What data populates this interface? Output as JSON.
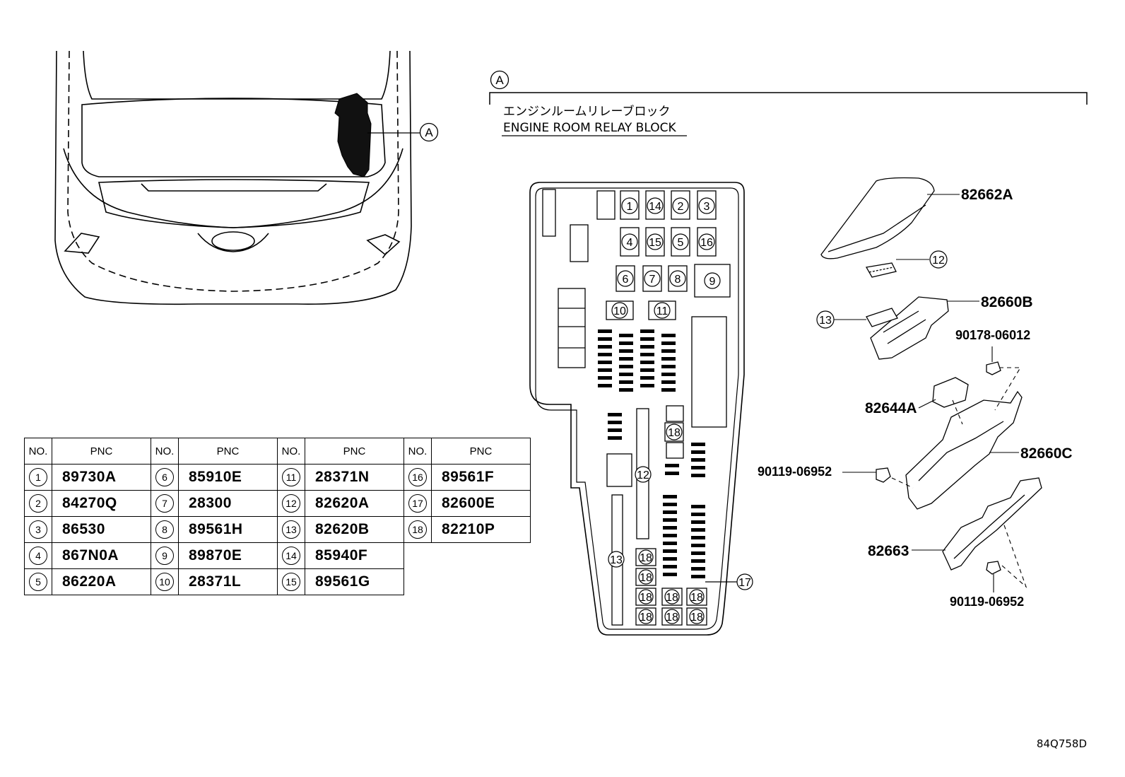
{
  "view_marker": "A",
  "section_title_jp": "エンジンルームリレーブロック",
  "section_title_en": "ENGINE ROOM RELAY BLOCK",
  "figure_id": "84Q758D",
  "table": {
    "header_no": "NO.",
    "header_pnc": "PNC",
    "rows": [
      {
        "no": "1",
        "pnc": "89730A"
      },
      {
        "no": "2",
        "pnc": "84270Q"
      },
      {
        "no": "3",
        "pnc": "86530"
      },
      {
        "no": "4",
        "pnc": "867N0A"
      },
      {
        "no": "5",
        "pnc": "86220A"
      },
      {
        "no": "6",
        "pnc": "85910E"
      },
      {
        "no": "7",
        "pnc": "28300"
      },
      {
        "no": "8",
        "pnc": "89561H"
      },
      {
        "no": "9",
        "pnc": "89870E"
      },
      {
        "no": "10",
        "pnc": "28371L"
      },
      {
        "no": "11",
        "pnc": "28371N"
      },
      {
        "no": "12",
        "pnc": "82620A"
      },
      {
        "no": "13",
        "pnc": "82620B"
      },
      {
        "no": "14",
        "pnc": "85940F"
      },
      {
        "no": "15",
        "pnc": "89561G"
      },
      {
        "no": "16",
        "pnc": "89561F"
      },
      {
        "no": "17",
        "pnc": "82600E"
      },
      {
        "no": "18",
        "pnc": "82210P"
      }
    ]
  },
  "block_numbers": {
    "n1": "1",
    "n2": "2",
    "n3": "3",
    "n4": "4",
    "n5": "5",
    "n6": "6",
    "n7": "7",
    "n8": "8",
    "n9": "9",
    "n10": "10",
    "n11": "11",
    "n12": "12",
    "n13": "13",
    "n14": "14",
    "n15": "15",
    "n16": "16",
    "n17": "17",
    "n18": "18"
  },
  "part_labels": {
    "cover": "82662A",
    "bracket_b": "82660B",
    "bolt_top": "90178-06012",
    "relay_box": "82644A",
    "box_c": "82660C",
    "bolt_left": "90119-06952",
    "lower_bracket": "82663",
    "bolt_bottom": "90119-06952"
  }
}
